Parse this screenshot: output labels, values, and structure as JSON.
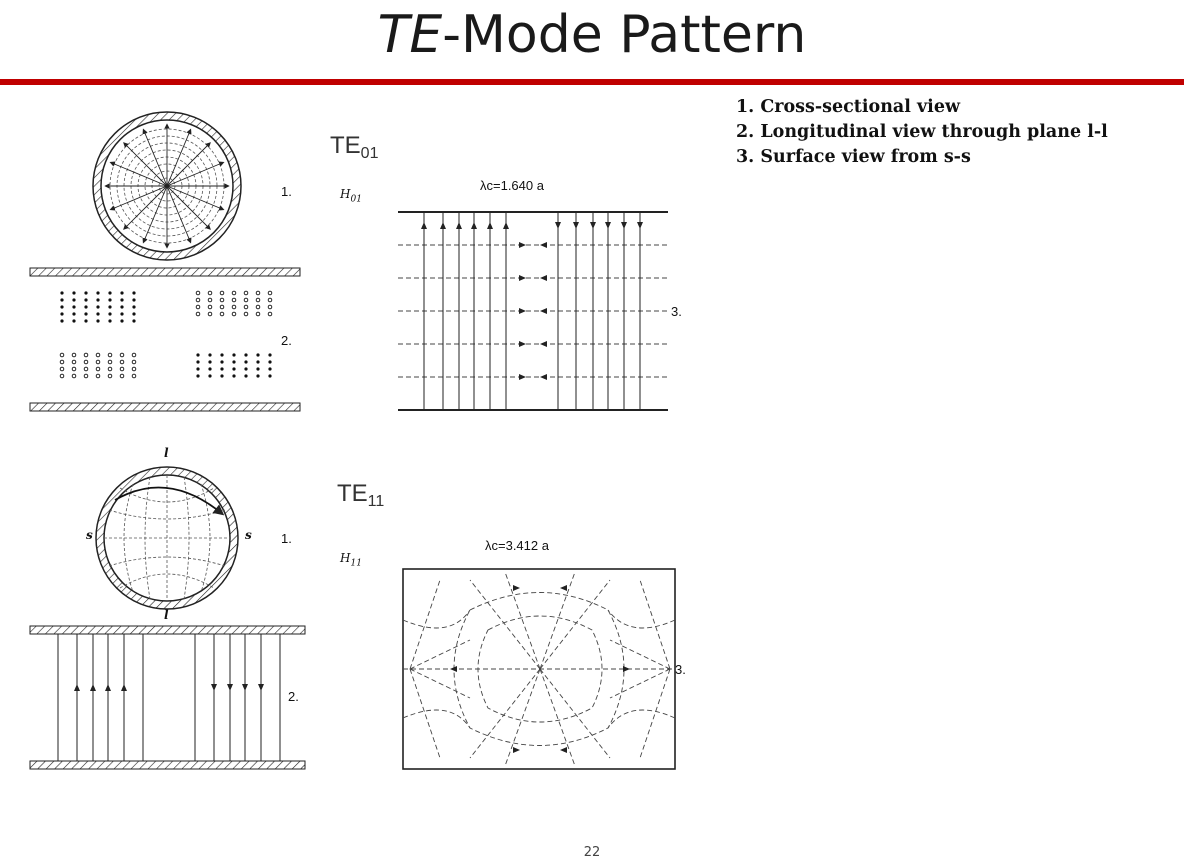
{
  "slide": {
    "title_italic": "TE",
    "title_rest": "-Mode Pattern",
    "page_number": "22",
    "accent_color": "#c00000"
  },
  "legend": [
    "1. Cross-sectional view",
    "2. Longitudinal view through plane l-l",
    "3. Surface view from s-s"
  ],
  "modes": {
    "te01": {
      "label": "TE",
      "sub": "01",
      "field": "H",
      "field_sub": "01",
      "cutoff": "λc=1.640 a"
    },
    "te11": {
      "label": "TE",
      "sub": "11",
      "field": "H",
      "field_sub": "11",
      "cutoff": "λc=3.412 a"
    }
  },
  "figure_labels": {
    "view1": "1.",
    "view2": "2.",
    "view3": "3.",
    "plane_l": "l",
    "plane_s": "s"
  }
}
